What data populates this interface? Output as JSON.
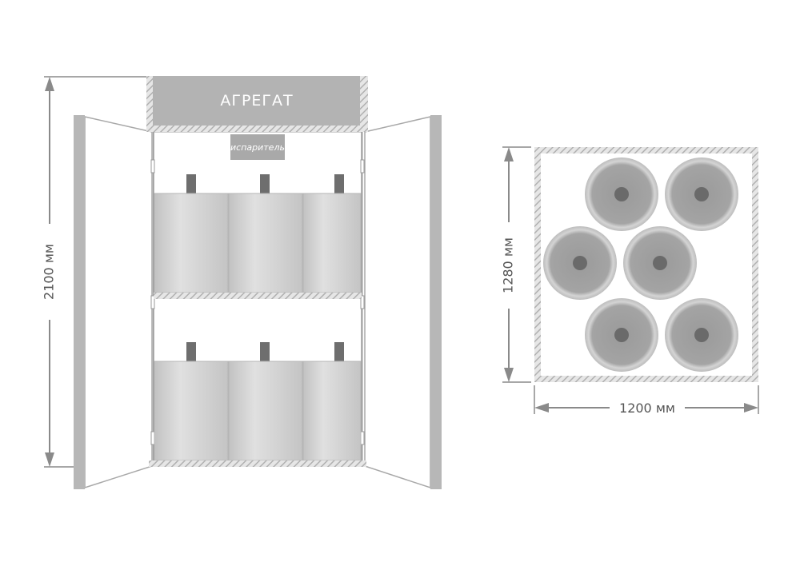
{
  "front_view": {
    "unit_label": "АГРЕГАТ",
    "evaporator_label": "испаритель",
    "height_dimension": "2100 мм",
    "shelves": [
      {
        "cylinders": 3
      },
      {
        "cylinders": 3
      }
    ]
  },
  "top_view": {
    "height_dimension": "1280 мм",
    "width_dimension": "1200 мм",
    "cylinder_count": 6
  },
  "colors": {
    "frame": "#a9a9a9",
    "panel": "#bdbdbd",
    "cylinder": "#cfcfcf",
    "dimension_line": "#7a7a7a",
    "label_text": "#ffffff",
    "hatch": "#b5b5b5"
  }
}
